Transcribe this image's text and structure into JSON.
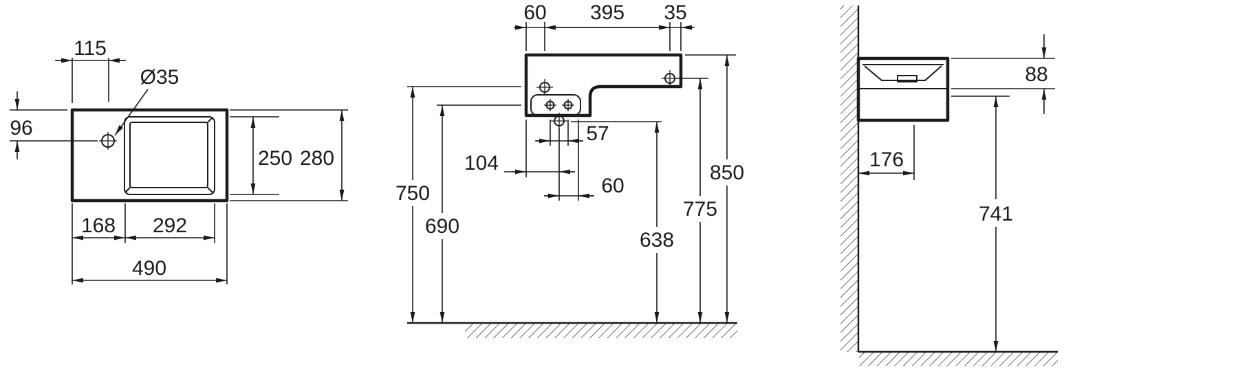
{
  "drawing": {
    "background": "#ffffff",
    "line_color": "#1a1a1a",
    "views": {
      "plan": {
        "dims": {
          "d115": "115",
          "d35": "Ø35",
          "d96": "96",
          "d250": "250",
          "d280": "280",
          "d168": "168",
          "d292": "292",
          "d490": "490"
        }
      },
      "front": {
        "dims": {
          "d60_left": "60",
          "d395": "395",
          "d35": "35",
          "d57": "57",
          "d104": "104",
          "d60_drain": "60",
          "d750": "750",
          "d690": "690",
          "d638": "638",
          "d775": "775",
          "d850": "850"
        }
      },
      "side": {
        "dims": {
          "d88": "88",
          "d176": "176",
          "d741": "741"
        }
      }
    }
  }
}
